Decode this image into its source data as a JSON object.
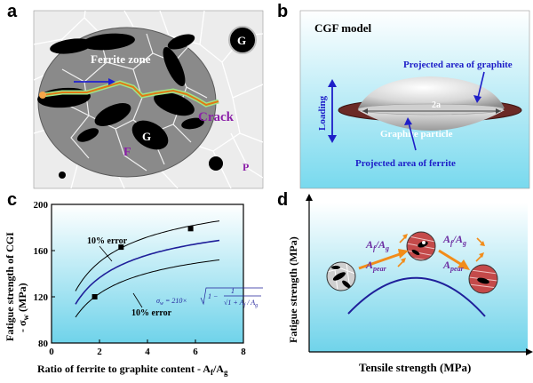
{
  "panels": {
    "a": {
      "label": "a",
      "ferrite_zone": "Ferrite zone",
      "crack": "Crack",
      "F": "F",
      "P": "P",
      "G": "G",
      "G_large": "G"
    },
    "b": {
      "label": "b",
      "title": "CGF model",
      "graphite_area": "Projected area of graphite",
      "ferrite_area": "Projected area of ferrite",
      "loading": "Loading",
      "dim": "2a",
      "particle": "Graphite particle"
    },
    "c": {
      "label": "c",
      "ylabel_line1": "Fatigue strength of CGI",
      "ylabel_line2": "- σ",
      "ylabel_sub": "w",
      "ylabel_line2_tail": " (MPa)",
      "xlabel": "Ratio of ferrite to graphite content - A",
      "xlabel_sub1": "f",
      "xlabel_mid": "/A",
      "xlabel_sub2": "g",
      "error_upper": "10% error",
      "error_lower": "10% error",
      "formula_prefix": "σ",
      "formula_sub": "w",
      "formula_eq": " = 210×",
      "formula_one": "1 −",
      "formula_num": "1",
      "formula_den": "√1 + A",
      "formula_den_sub1": "f",
      "formula_den_mid": " / A",
      "formula_den_sub2": "g"
    },
    "d": {
      "label": "d",
      "ylabel": "Fatigue strength (MPa)",
      "xlabel": "Tensile strength (MPa)",
      "left_ratio": "A",
      "left_ratio_sub1": "f",
      "left_ratio_mid": "/A",
      "left_ratio_sub2": "g",
      "left_pear": "A",
      "left_pear_sub": "pear",
      "right_ratio": "A",
      "right_ratio_sub1": "f",
      "right_ratio_mid": "/A",
      "right_ratio_sub2": "g",
      "right_pear": "A",
      "right_pear_sub": "pear"
    }
  },
  "chart_data": {
    "type": "scatter",
    "xlim": [
      0,
      8
    ],
    "ylim": [
      80,
      200
    ],
    "xticks": [
      0,
      2,
      4,
      6,
      8
    ],
    "yticks": [
      80,
      120,
      160,
      200
    ],
    "points": {
      "x": [
        1.8,
        2.9,
        5.8
      ],
      "y": [
        120,
        163,
        179
      ]
    },
    "fit_coefficient": 210,
    "error_band": 0.1,
    "colors": {
      "fit": "#1f1f9a",
      "band": "#000000",
      "plot_bg_top": "#ffffff",
      "plot_bg_bottom": "#6fd3ea"
    }
  }
}
